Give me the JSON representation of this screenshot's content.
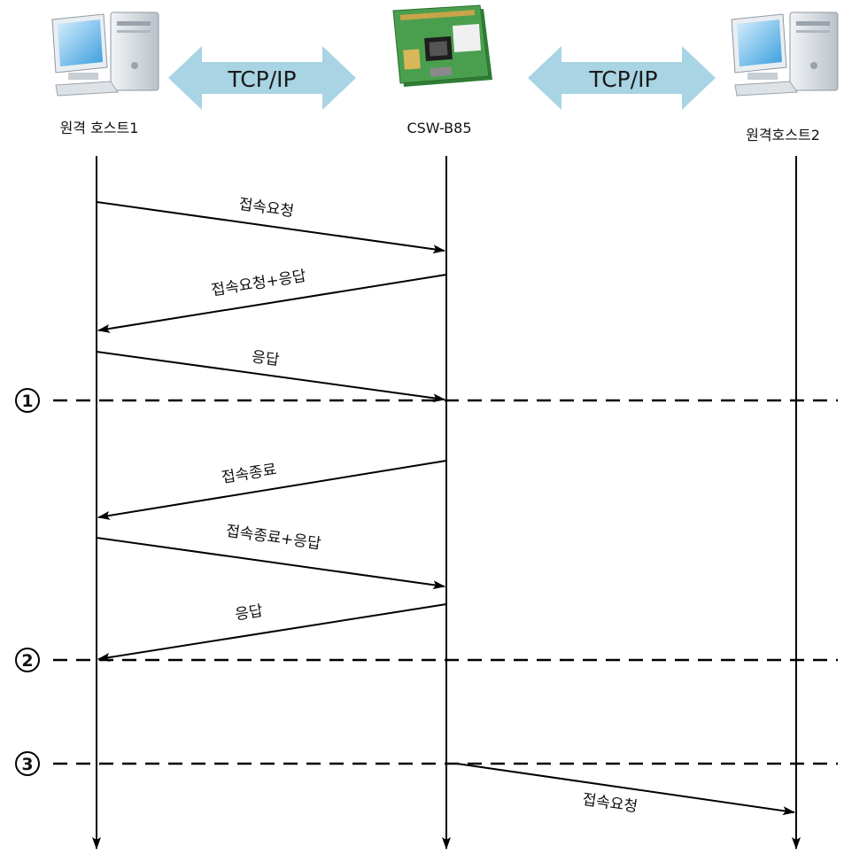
{
  "entities": {
    "host1": "원격 호스트1",
    "device": "CSW-B85",
    "host2": "원격호스트2"
  },
  "links": {
    "left": "TCP/IP",
    "right": "TCP/IP"
  },
  "markers": {
    "m1": "1",
    "m2": "2",
    "m3": "3"
  },
  "messages": [
    {
      "label": "접속요청",
      "from": "host1",
      "to": "device"
    },
    {
      "label": "접속요청+응답",
      "from": "device",
      "to": "host1"
    },
    {
      "label": "응답",
      "from": "host1",
      "to": "device"
    },
    {
      "label": "접속종료",
      "from": "device",
      "to": "host1"
    },
    {
      "label": "접속종료+응답",
      "from": "host1",
      "to": "device"
    },
    {
      "label": "응답",
      "from": "device",
      "to": "host1"
    },
    {
      "label": "접속요청",
      "from": "device",
      "to": "host2"
    }
  ],
  "colors": {
    "link_arrow": "#a8d4e4",
    "line": "#000000",
    "pcb": "#3f8f43"
  }
}
